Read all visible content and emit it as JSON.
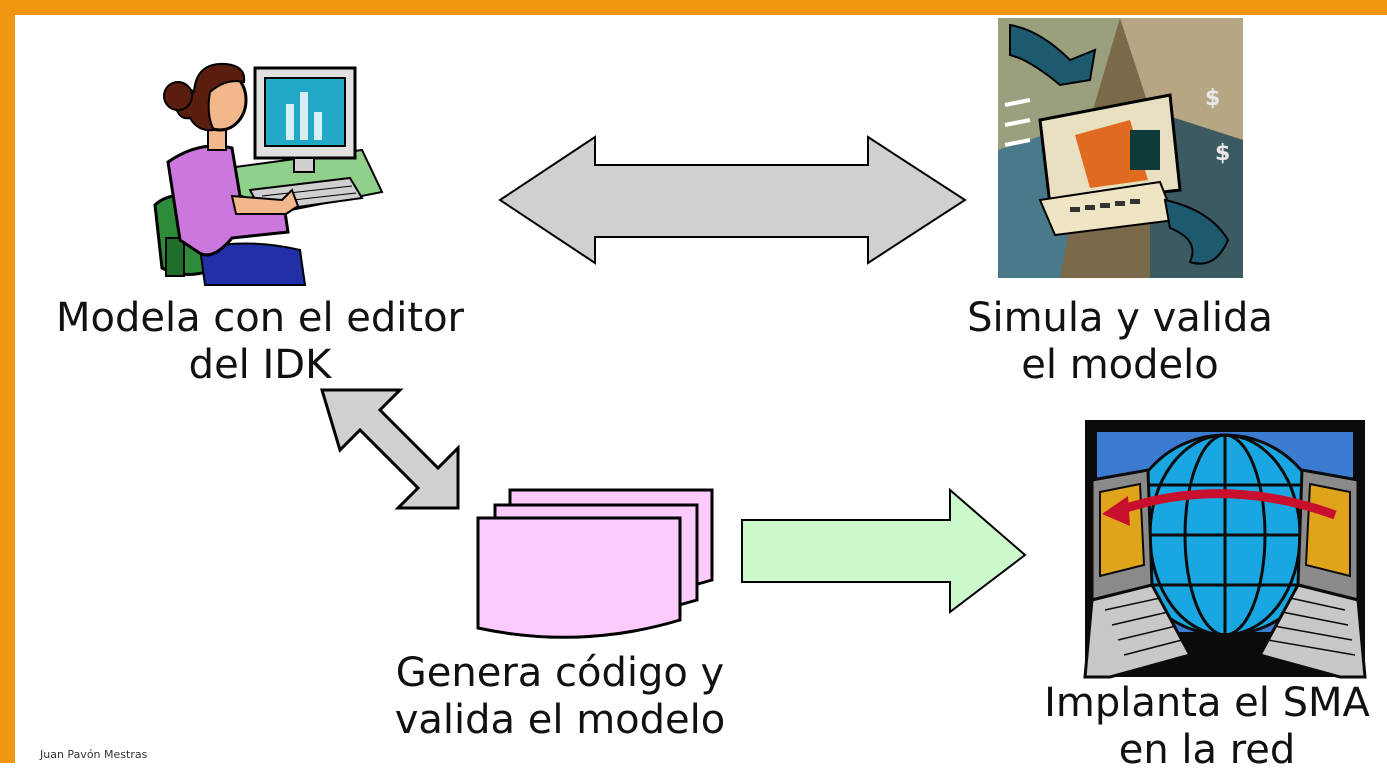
{
  "steps": {
    "model": {
      "line1": "Modela con el editor",
      "line2": "del IDK",
      "icon": "woman-at-computer-icon"
    },
    "simulate": {
      "line1": "Simula y valida",
      "line2": "el modelo",
      "icon": "simulation-collage-icon"
    },
    "generate": {
      "line1": "Genera código y",
      "line2": "valida el modelo",
      "icon": "documents-stack-icon"
    },
    "deploy": {
      "line1": "Implanta el SMA",
      "line2": "en la red",
      "icon": "network-globe-icon"
    }
  },
  "footer": {
    "author": "Juan Pavón Mestras"
  },
  "colors": {
    "frame": "#f0960f",
    "double_arrow": "#d0d0d0",
    "forward_arrow": "#ccfacc",
    "documents": "#fccafc"
  }
}
